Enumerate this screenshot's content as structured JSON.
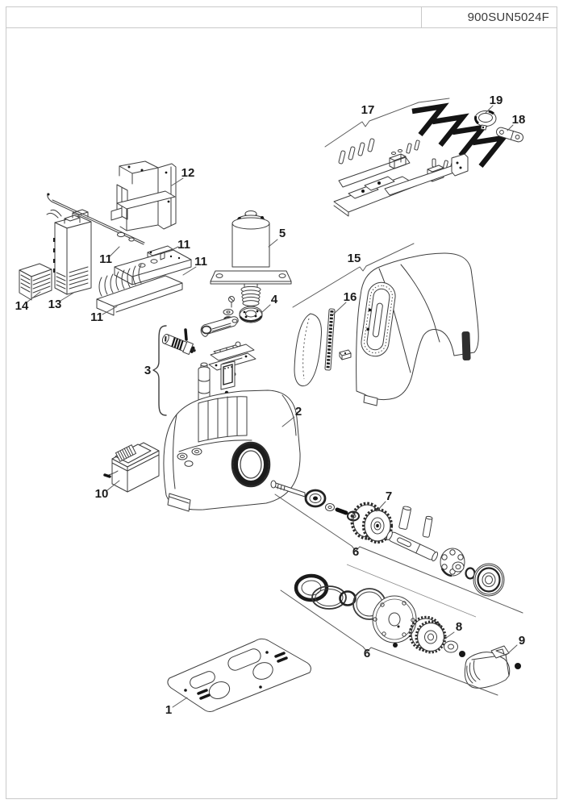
{
  "header": {
    "title": "900SUN5024F"
  },
  "diagram": {
    "labels": [
      {
        "num": "17"
      },
      {
        "num": "19"
      },
      {
        "num": "18"
      },
      {
        "num": "12"
      },
      {
        "num": "11"
      },
      {
        "num": "5"
      },
      {
        "num": "15"
      },
      {
        "num": "11"
      },
      {
        "num": "11"
      },
      {
        "num": "14"
      },
      {
        "num": "13"
      },
      {
        "num": "11"
      },
      {
        "num": "4"
      },
      {
        "num": "16"
      },
      {
        "num": "3"
      },
      {
        "num": "2"
      },
      {
        "num": "10"
      },
      {
        "num": "7"
      },
      {
        "num": "6"
      },
      {
        "num": "8"
      },
      {
        "num": "9"
      },
      {
        "num": "6"
      },
      {
        "num": "1"
      }
    ]
  }
}
